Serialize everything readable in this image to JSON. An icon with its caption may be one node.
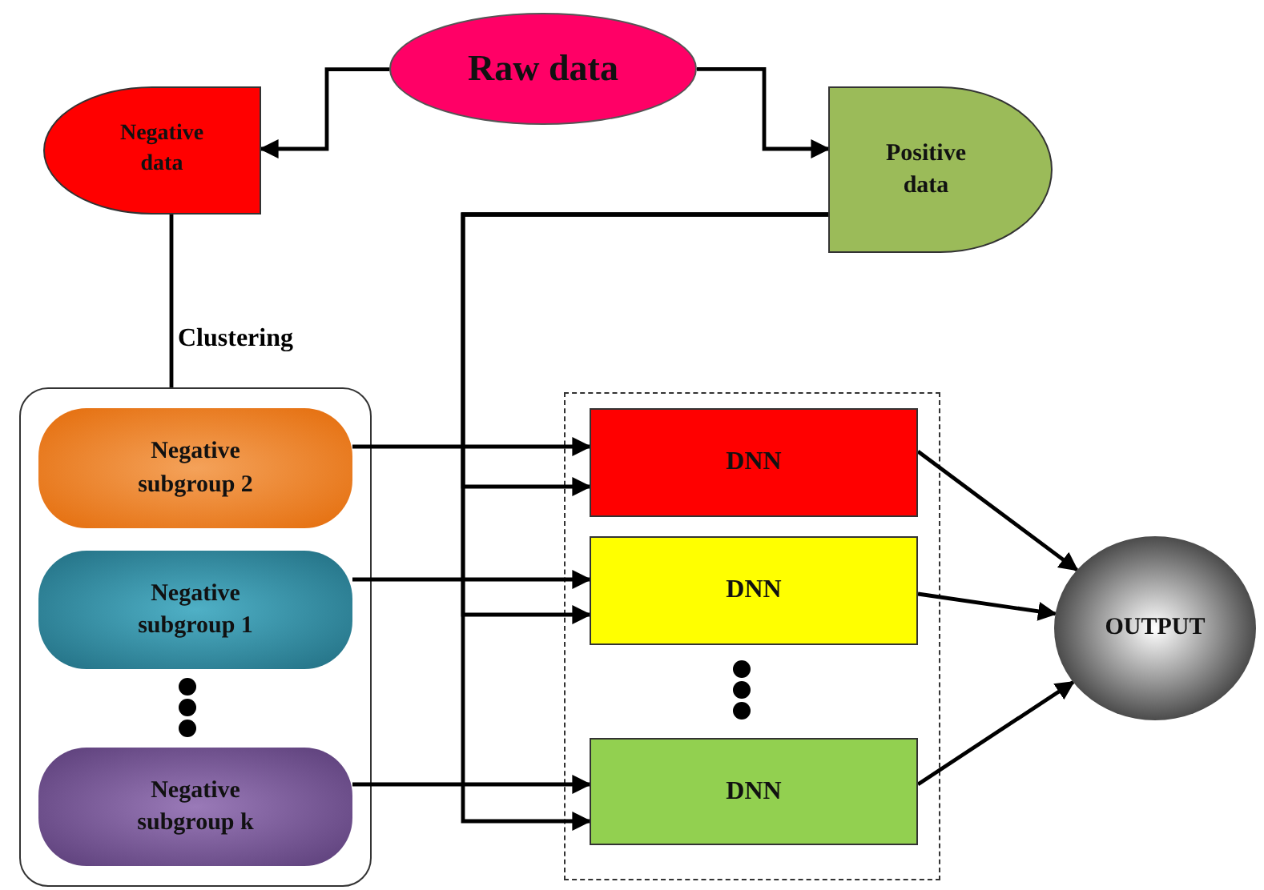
{
  "diagram": {
    "nodes": [
      {
        "text": [
          "Raw data"
        ]
      },
      {
        "text": [
          "Negative data"
        ]
      },
      {
        "text": [
          "Positive data"
        ]
      },
      {
        "text": [],
        "shape": "box"
      },
      {
        "text": [
          "Negative subgroup 2"
        ],
        "in": 3
      },
      {
        "text": [
          "Negative subgroup 1"
        ],
        "in": 3
      },
      {
        "text": [
          "Negative subgroup k"
        ],
        "in": 3
      },
      {
        "text": [],
        "shape": "box"
      },
      {
        "text": [
          "DNN"
        ],
        "in": 7
      },
      {
        "text": [
          "DNN"
        ],
        "in": 7
      },
      {
        "text": [
          "DNN"
        ],
        "in": 7
      },
      {
        "text": [
          "OUTPUT"
        ]
      }
    ],
    "edges": [
      {
        "from": 0,
        "to": 1,
        "arrow": "to"
      },
      {
        "from": 0,
        "to": 2,
        "arrow": "to"
      },
      {
        "from": 1,
        "to": 3,
        "arrow": "none",
        "label": "Clustering"
      },
      {
        "from": 4,
        "to": 8,
        "arrow": "to"
      },
      {
        "from": 5,
        "to": 9,
        "arrow": "to"
      },
      {
        "from": 6,
        "to": 10,
        "arrow": "to"
      },
      {
        "from": 2,
        "to": 8,
        "arrow": "to"
      },
      {
        "from": 2,
        "to": 9,
        "arrow": "to"
      },
      {
        "from": 2,
        "to": 10,
        "arrow": "to"
      },
      {
        "from": 8,
        "to": 11,
        "arrow": "to"
      },
      {
        "from": 9,
        "to": 11,
        "arrow": "to"
      },
      {
        "from": 10,
        "to": 11,
        "arrow": "to"
      }
    ]
  }
}
